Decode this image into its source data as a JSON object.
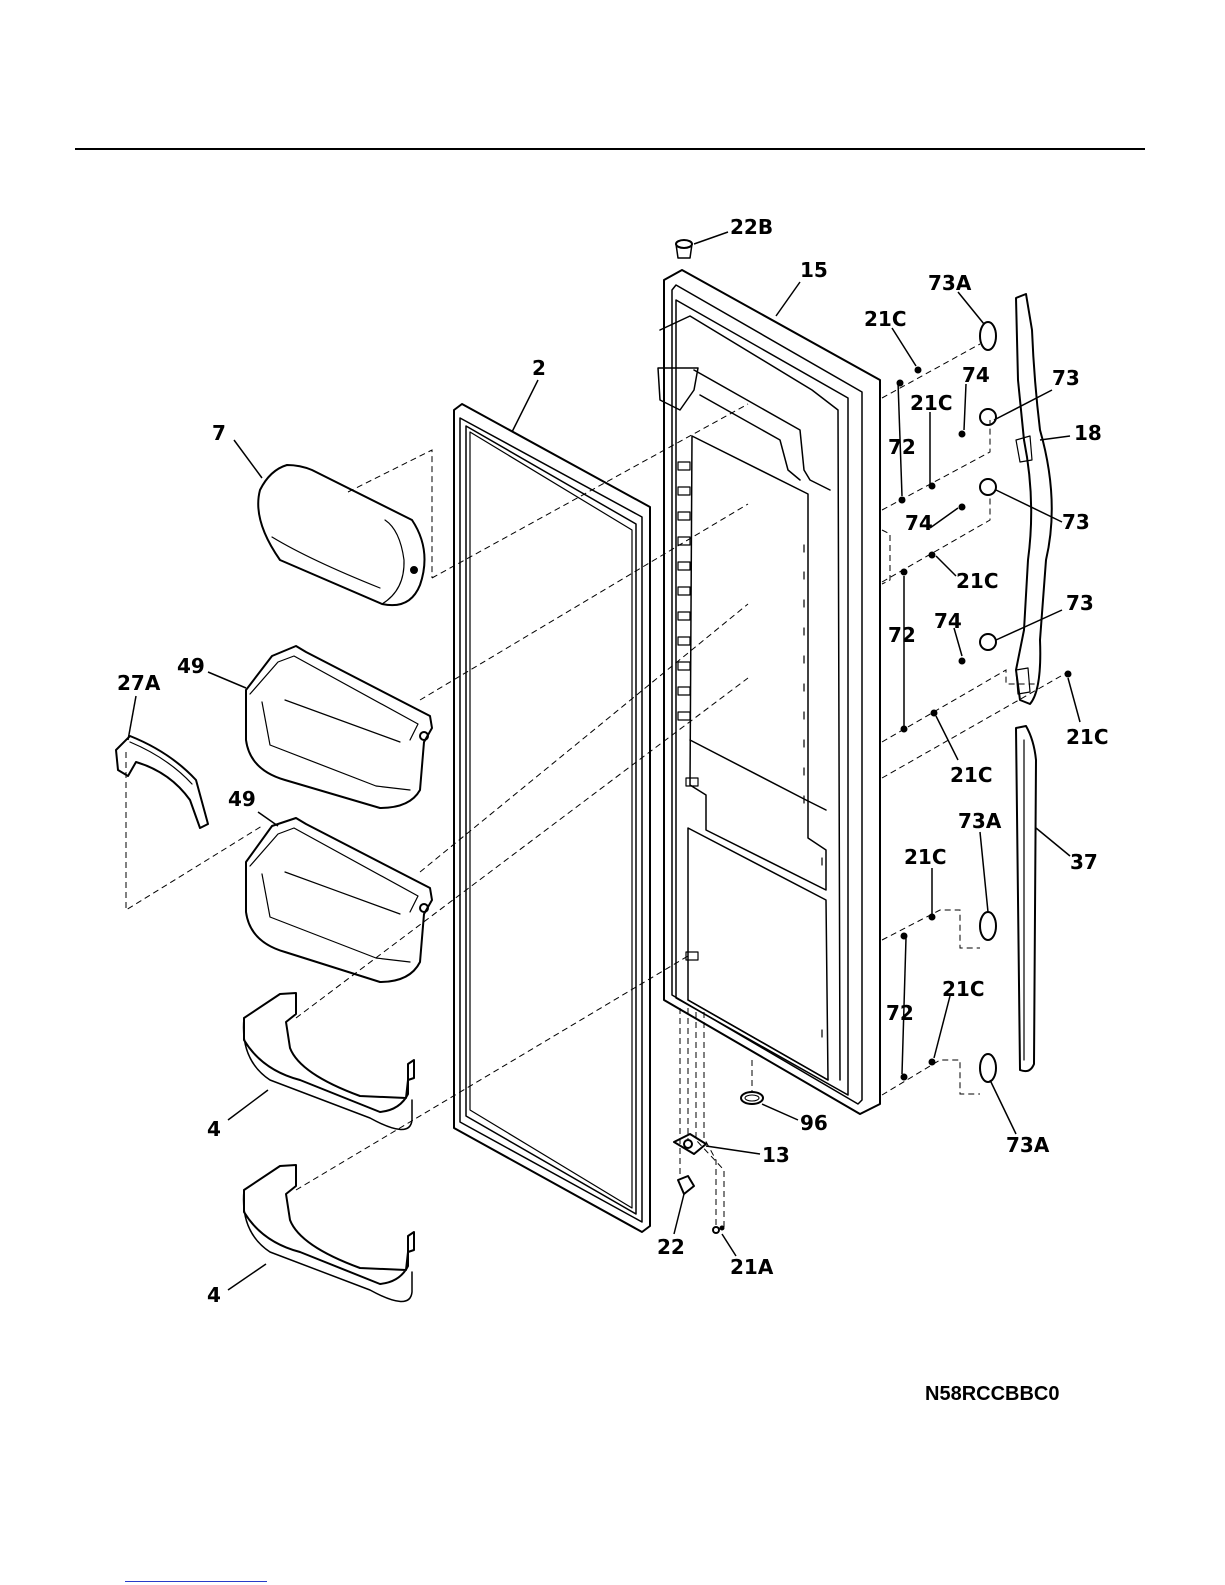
{
  "diagram_code": "N58RCCBBC0",
  "callouts": {
    "c22B": "22B",
    "c15": "15",
    "c73A_top": "73A",
    "c21C_1": "21C",
    "c2": "2",
    "c74_1": "74",
    "c73_1": "73",
    "c21C_2": "21C",
    "c18": "18",
    "c7": "7",
    "c72_1": "72",
    "c74_2": "74",
    "c73_2": "73",
    "c21C_3": "21C",
    "c73_3": "73",
    "c74_3": "74",
    "c72_2": "72",
    "c49_1": "49",
    "c27A": "27A",
    "c21C_4": "21C",
    "c21C_5": "21C",
    "c49_2": "49",
    "c73A_mid": "73A",
    "c37": "37",
    "c21C_6": "21C",
    "c21C_7": "21C",
    "c72_3": "72",
    "c4_1": "4",
    "c96": "96",
    "c73A_bot": "73A",
    "c13": "13",
    "c22": "22",
    "c21A": "21A",
    "c4_2": "4"
  }
}
